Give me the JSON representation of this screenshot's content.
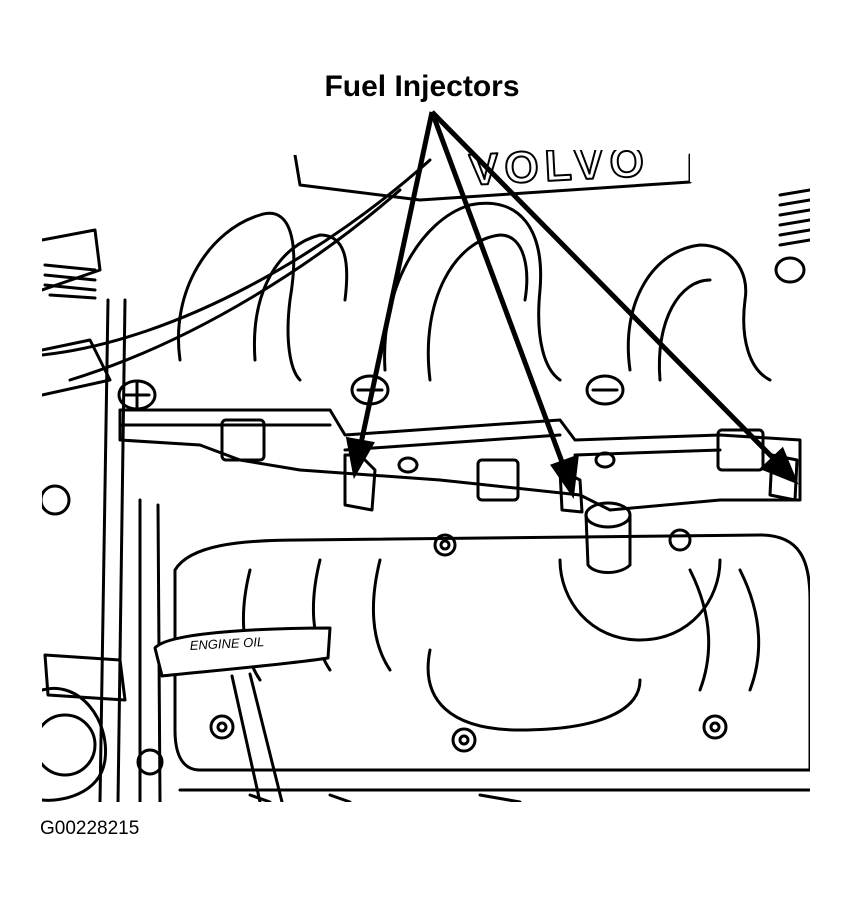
{
  "callout": {
    "label": "Fuel Injectors"
  },
  "figure_id": "G00228215",
  "engine_parts": {
    "dipstick_label": "ENGINE OIL",
    "cover_brand": "VOLVO"
  },
  "colors": {
    "line": "#000000",
    "background": "#ffffff"
  },
  "icons": {
    "arrow": "arrowhead"
  }
}
